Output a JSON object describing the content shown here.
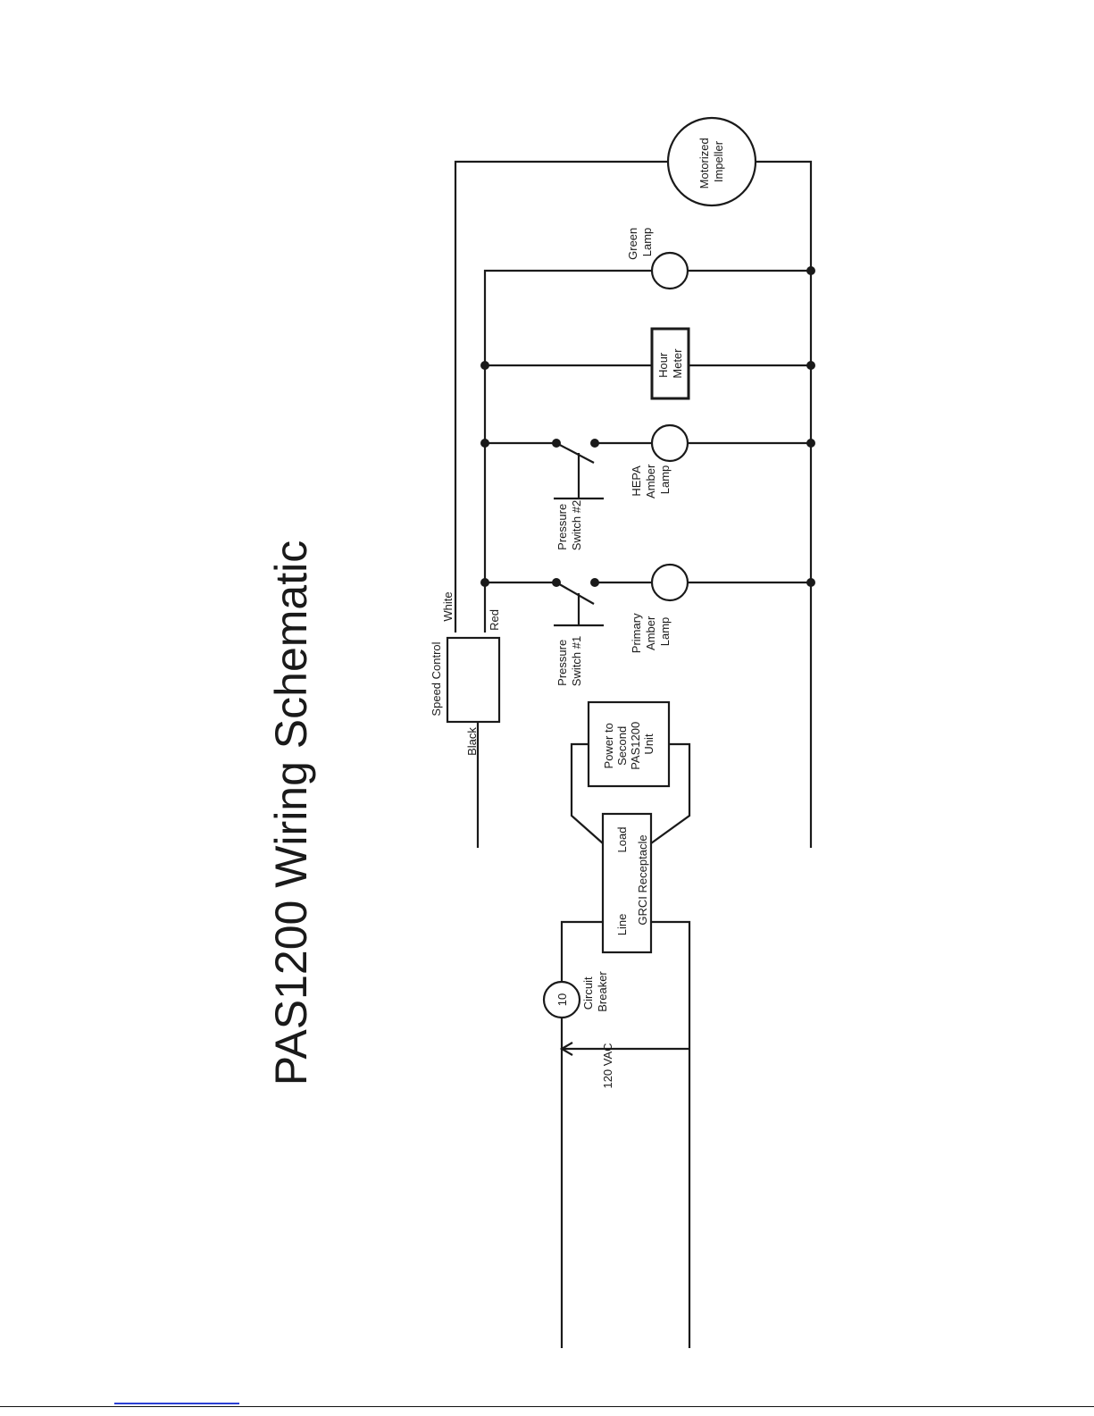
{
  "title": "PAS1200 Wiring Schematic",
  "components": {
    "motor": [
      "Motorized",
      "Impeller"
    ],
    "green_lamp": [
      "Green",
      "Lamp"
    ],
    "hour_meter": [
      "Hour",
      "Meter"
    ],
    "hepa_lamp": [
      "HEPA",
      "Amber",
      "Lamp"
    ],
    "pressure_switch_2": [
      "Pressure",
      "Switch #2"
    ],
    "primary_lamp": [
      "Primary",
      "Amber",
      "Lamp"
    ],
    "pressure_switch_1": [
      "Pressure",
      "Switch #1"
    ],
    "speed_control": "Speed Control",
    "power_to_second": [
      "Power to",
      "Second",
      "PAS1200",
      "Unit"
    ],
    "gfci_line": "Line",
    "gfci_load": "Load",
    "gfci_name": "GRCI Receptacle",
    "breaker_value": "10",
    "breaker": [
      "Circuit",
      "Breaker"
    ],
    "supply": "120 VAC"
  },
  "wires": {
    "white": "White",
    "red": "Red",
    "black": "Black"
  },
  "colors": {
    "ink": "#1a1a1a",
    "footer_link": "#2b3fd4"
  }
}
